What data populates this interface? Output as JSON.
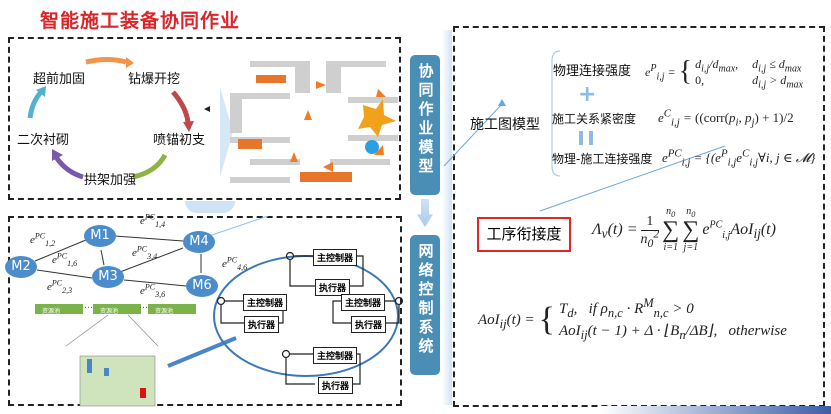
{
  "title": "智能施工装备协同作业",
  "cycle": {
    "steps": [
      "超前加固",
      "钻爆开挖",
      "喷锚初支",
      "拱架加强",
      "二次衬砌"
    ]
  },
  "side_labels": {
    "top": "协同作业模型",
    "bottom": "网络控制系统"
  },
  "graph": {
    "nodes": [
      "M1",
      "M2",
      "M3",
      "M4",
      "M6"
    ],
    "edges": [
      {
        "base": "e",
        "sup": "PC",
        "sub": "1,2"
      },
      {
        "base": "e",
        "sup": "PC",
        "sub": "1,4"
      },
      {
        "base": "e",
        "sup": "PC",
        "sub": "1,6"
      },
      {
        "base": "e",
        "sup": "PC",
        "sub": "3,4"
      },
      {
        "base": "e",
        "sup": "PC",
        "sub": "4,6"
      },
      {
        "base": "e",
        "sup": "PC",
        "sub": "2,3"
      },
      {
        "base": "e",
        "sup": "PC",
        "sub": "3,6"
      }
    ],
    "resource_pools": [
      "资源池",
      "资源池",
      "资源池"
    ],
    "ellipsis": "…"
  },
  "control": {
    "main": "主控制器",
    "exec": "执行器"
  },
  "model": {
    "name": "施工图模型",
    "physical": "物理连接强度",
    "construction": "施工关系紧密度",
    "combined": "物理-施工连接强度",
    "plus": "+",
    "equals": "="
  },
  "metric": {
    "name": "工序衔接度"
  },
  "colors": {
    "title": "#d9262b",
    "label_bg": "#4a8db5",
    "node": "#4a8ccc",
    "highlight_border": "#e0262b"
  }
}
